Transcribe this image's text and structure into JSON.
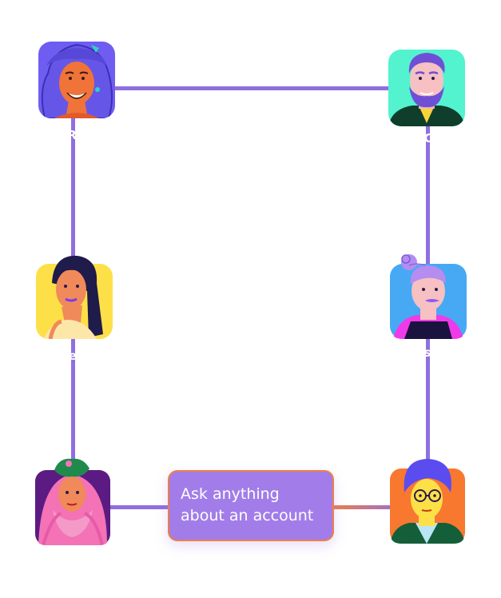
{
  "people": [
    {
      "id": "top-left",
      "name": "R",
      "bg": "#6e5df0"
    },
    {
      "id": "top-right",
      "name": "C",
      "bg": "#53f3cf"
    },
    {
      "id": "mid-left",
      "name": "e",
      "bg": "#fde047"
    },
    {
      "id": "mid-right",
      "name": "s",
      "bg": "#47a9f4"
    },
    {
      "id": "bottom-left",
      "name": "",
      "bg": "#5b1b83"
    },
    {
      "id": "bottom-right",
      "name": "",
      "bg": "#f8782f"
    }
  ],
  "tooltip": {
    "line1": "Ask anything",
    "line2": "about an account"
  },
  "colors": {
    "connector": "#8f6fe0",
    "tooltip_bg": "#a27de9",
    "tooltip_border": "#ef7e45"
  }
}
